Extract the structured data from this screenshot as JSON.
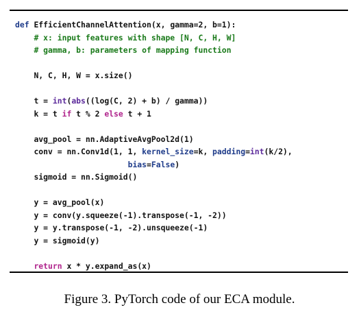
{
  "code": {
    "l1": {
      "kw": "def",
      "name": "EfficientChannelAttention",
      "rest": "(x, gamma=2, b=1):"
    },
    "l2": "# x: input features with shape [N, C, H, W]",
    "l3": "# gamma, b: parameters of mapping function",
    "l5": "N, C, H, W = x.size()",
    "l7": {
      "a": "t = ",
      "int": "int",
      "abs": "abs",
      "rest": "((log(C, 2) + b) / gamma))"
    },
    "l8": {
      "a": "k = t ",
      "if": "if",
      "b": " t % 2 ",
      "else": "else",
      "c": " t + 1"
    },
    "l10": "avg_pool = nn.AdaptiveAvgPool2d(1)",
    "l11": {
      "a": "conv = nn.Conv1d(1, 1, ",
      "ks": "kernel_size",
      "b": "=k, ",
      "pad": "padding",
      "c": "=",
      "int": "int",
      "d": "(k/2),"
    },
    "l12": {
      "bias": "bias",
      "a": "=",
      "false": "False",
      "b": ")"
    },
    "l13": "sigmoid = nn.Sigmoid()",
    "l15": "y = avg_pool(x)",
    "l16": "y = conv(y.squeeze(-1).transpose(-1, -2))",
    "l17": "y = y.transpose(-1, -2).unsqueeze(-1)",
    "l18": "y = sigmoid(y)",
    "l20": {
      "ret": "return",
      "rest": " x * y.expand_as(x)"
    }
  },
  "caption": "Figure 3. PyTorch code of our ECA module."
}
